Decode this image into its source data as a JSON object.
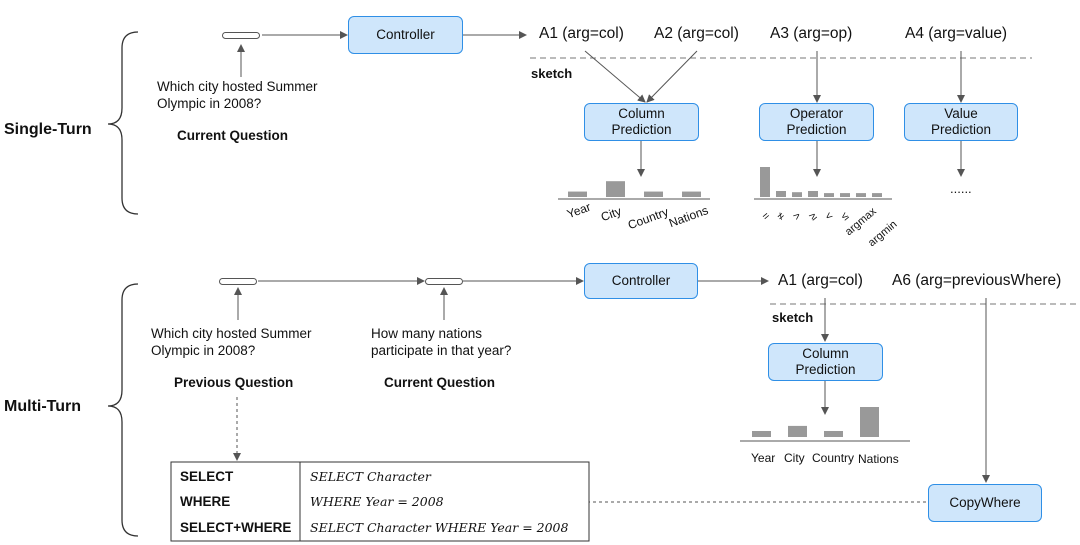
{
  "single_turn": {
    "label": "Single-Turn",
    "question": [
      "Which city hosted Summer",
      "Olympic in 2008?"
    ],
    "current_question_label": "Current Question",
    "controller": "Controller",
    "actions": [
      "A1 (arg=col)",
      "A2 (arg=col)",
      "A3 (arg=op)",
      "A4 (arg=value)"
    ],
    "sketch": "sketch",
    "modules": {
      "column": [
        "Column",
        "Prediction"
      ],
      "operator": [
        "Operator",
        "Prediction"
      ],
      "value": [
        "Value",
        "Prediction"
      ]
    },
    "column_chart": {
      "categories": [
        "Year",
        "City",
        "Country",
        "Nations"
      ],
      "values": [
        0.32,
        0.93,
        0.32,
        0.32
      ]
    },
    "operator_chart": {
      "categories": [
        "=",
        "≠",
        ">",
        "≥",
        "<",
        "≤",
        "argmax",
        "argmin"
      ],
      "values": [
        1.0,
        0.2,
        0.16,
        0.2,
        0.13,
        0.13,
        0.13,
        0.13
      ]
    },
    "value_ellipsis": "......"
  },
  "multi_turn": {
    "label": "Multi-Turn",
    "previous_question": [
      "Which city hosted Summer",
      "Olympic in 2008?"
    ],
    "previous_question_label": "Previous Question",
    "current_question": [
      "How many nations",
      "participate in that year?"
    ],
    "current_question_label": "Current Question",
    "controller": "Controller",
    "actions": [
      "A1 (arg=col)",
      "A6 (arg=previousWhere)"
    ],
    "sketch": "sketch",
    "column_module": [
      "Column",
      "Prediction"
    ],
    "column_chart": {
      "categories": [
        "Year",
        "City",
        "Country",
        "Nations"
      ],
      "values": [
        0.2,
        0.37,
        0.2,
        1.0
      ]
    },
    "copywhere": "CopyWhere",
    "sql_table": [
      {
        "clause": "SELECT",
        "expr": "SELECT Character"
      },
      {
        "clause": "WHERE",
        "expr": "WHERE Year  =  2008"
      },
      {
        "clause": "SELECT+WHERE",
        "expr": "SELECT Character WHERE Year  =  2008"
      }
    ]
  },
  "colors": {
    "box_fill": "#cfe6fb",
    "box_border": "#2f8fe6",
    "bar": "#999999",
    "line": "#555555"
  }
}
